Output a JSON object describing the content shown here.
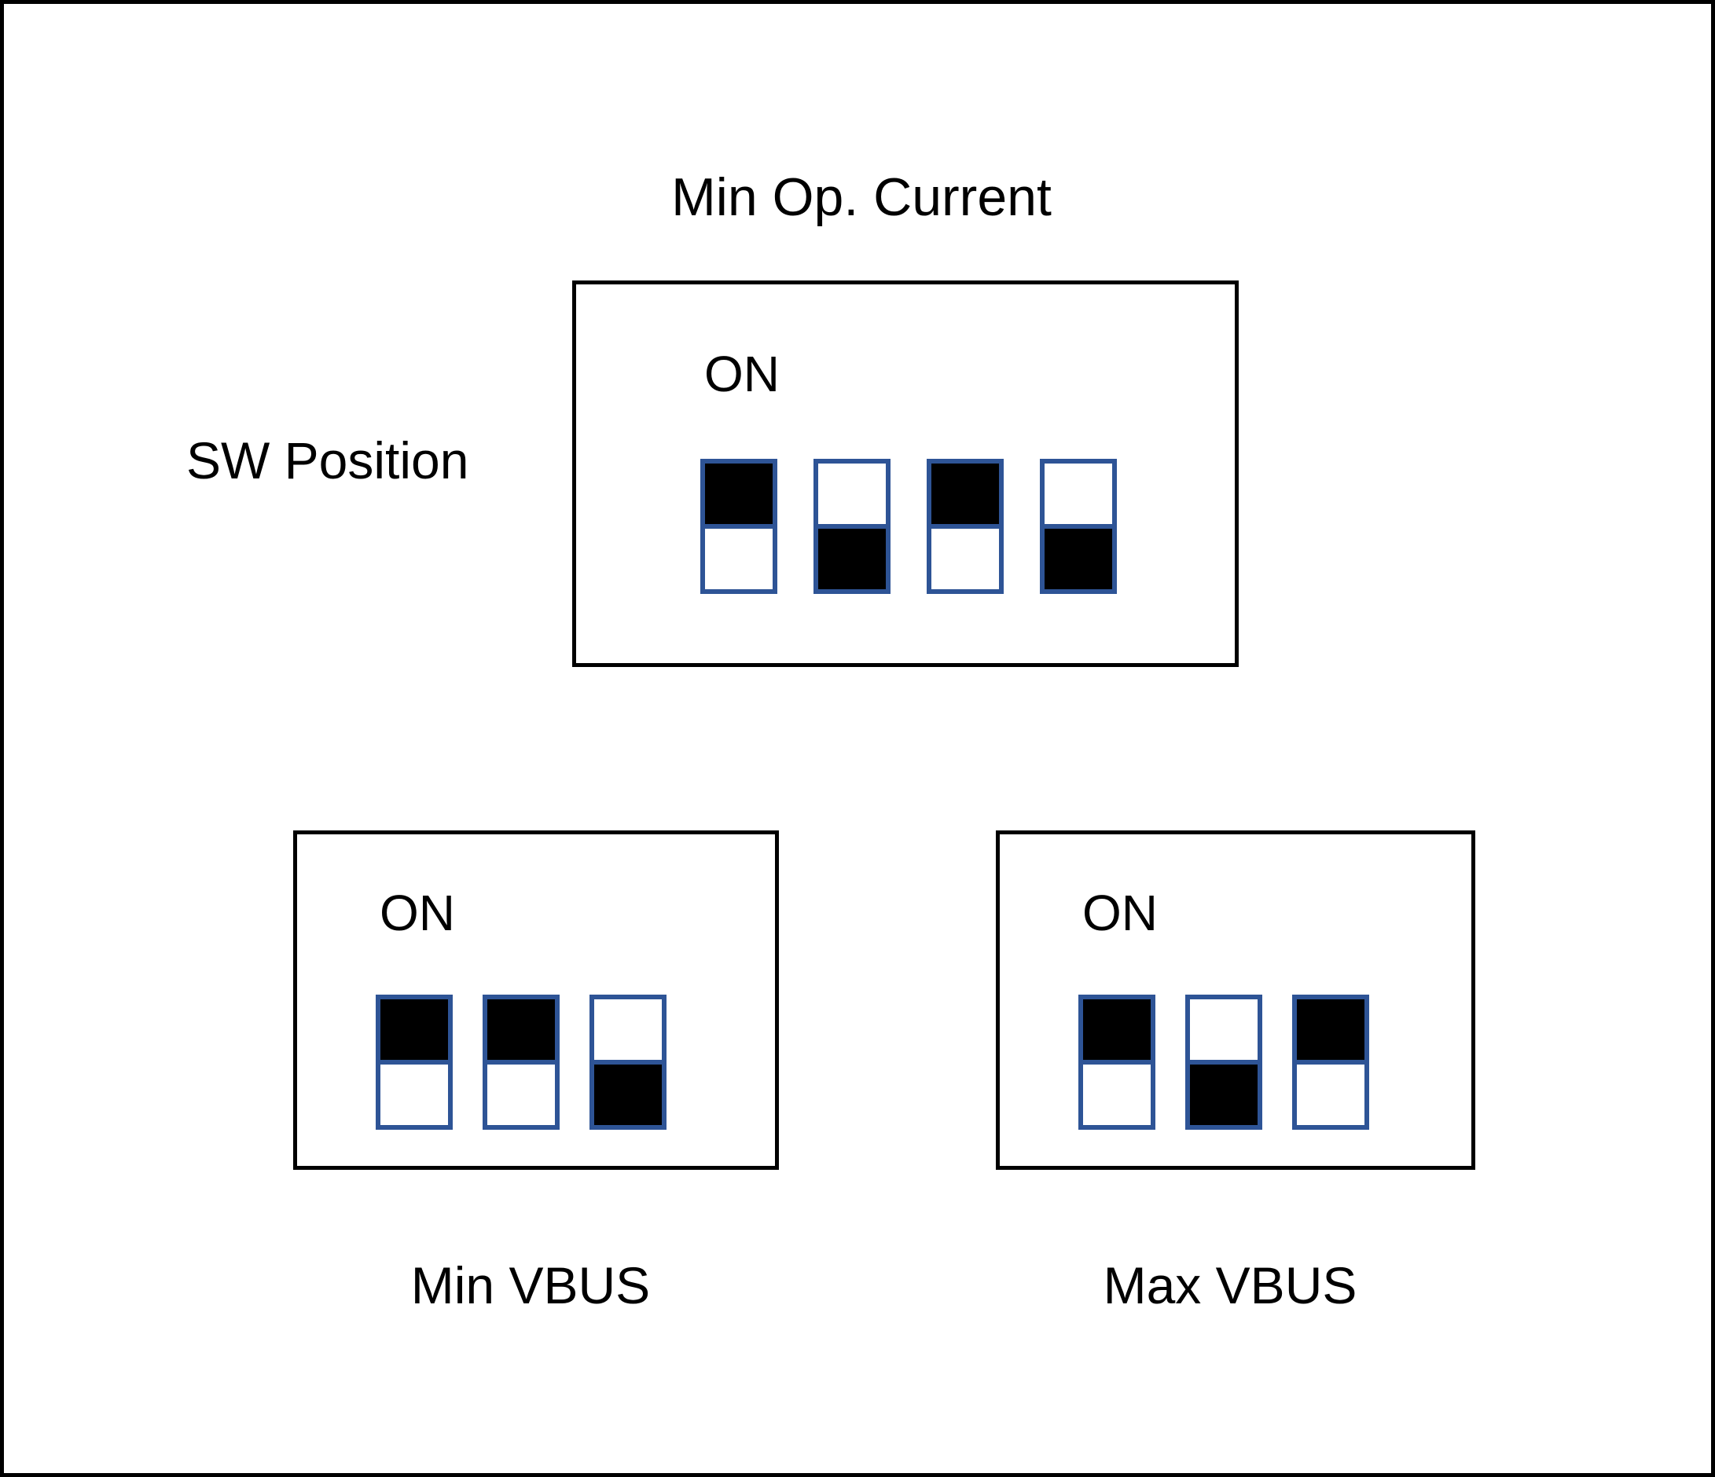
{
  "diagram": {
    "title": "Min Op. Current",
    "row_label": "SW Position",
    "on_legend": "ON",
    "border_color": "#000000",
    "switch_border_color": "#2E5496",
    "switch_fill_color": "#000000",
    "background_color": "#FFFFFF"
  },
  "banks": [
    {
      "id": "min-op-current",
      "name": "Min Op. Current",
      "caption_position": "above",
      "on_legend": "ON",
      "switch_count": 4,
      "switches": [
        {
          "index": 1,
          "state": "ON"
        },
        {
          "index": 2,
          "state": "OFF"
        },
        {
          "index": 3,
          "state": "ON"
        },
        {
          "index": 4,
          "state": "OFF"
        }
      ]
    },
    {
      "id": "min-vbus",
      "name": "Min VBUS",
      "caption_position": "below",
      "on_legend": "ON",
      "switch_count": 3,
      "switches": [
        {
          "index": 1,
          "state": "ON"
        },
        {
          "index": 2,
          "state": "ON"
        },
        {
          "index": 3,
          "state": "OFF"
        }
      ]
    },
    {
      "id": "max-vbus",
      "name": "Max VBUS",
      "caption_position": "below",
      "on_legend": "ON",
      "switch_count": 3,
      "switches": [
        {
          "index": 1,
          "state": "ON"
        },
        {
          "index": 2,
          "state": "OFF"
        },
        {
          "index": 3,
          "state": "ON"
        }
      ]
    }
  ]
}
